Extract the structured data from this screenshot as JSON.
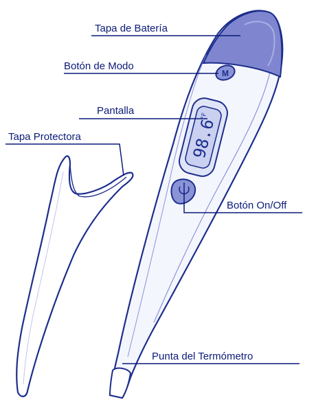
{
  "labels": {
    "battery_cover": "Tapa de Batería",
    "mode_button": "Botón de Modo",
    "display": "Pantalla",
    "protective_cap": "Tapa Protectora",
    "on_off_button": "Botón On/Off",
    "tip": "Punta del Termómetro"
  },
  "display": {
    "reading": "98.6",
    "unit": "°F"
  },
  "mode_button_glyph": "M",
  "colors": {
    "outline": "#1c2e8c",
    "fill_light": "#eef1fb",
    "battery_fill": "#7f86cf",
    "button_fill": "#8a93d6",
    "screen_fill": "#c9d0f0",
    "leader": "#0a1a78"
  }
}
